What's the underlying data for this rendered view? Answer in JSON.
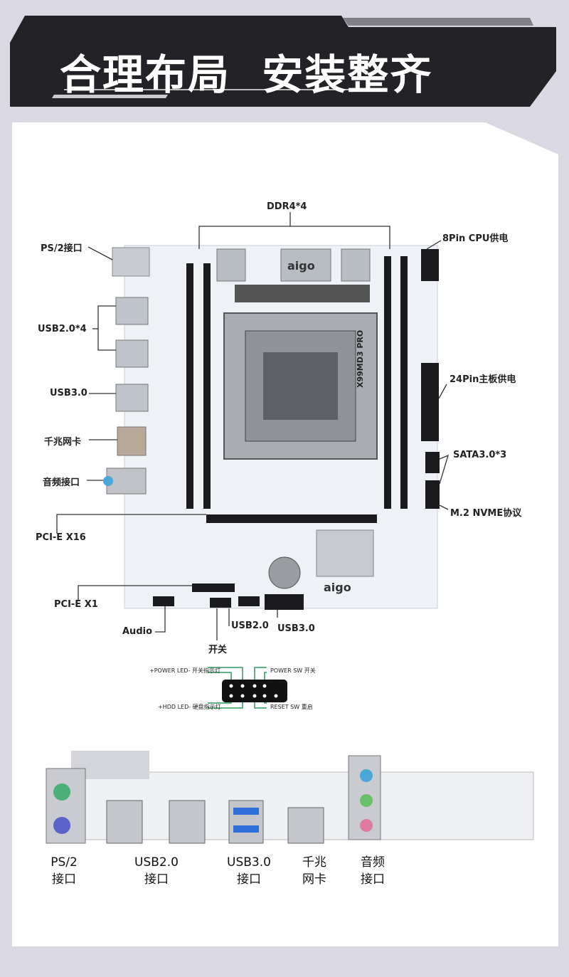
{
  "header": {
    "title": "合理布局  安装整齐"
  },
  "board": {
    "brand": "aigo",
    "model": "X99MD3 PRO",
    "labels": {
      "ddr": "DDR4*4",
      "cpu_power": "8Pin CPU供电",
      "ps2": "PS/2接口",
      "usb20x4": "USB2.0*4",
      "usb30": "USB3.0",
      "lan": "千兆网卡",
      "audio_jack": "音频接口",
      "atx_power": "24Pin主板供电",
      "sata": "SATA3.0*3",
      "m2": "M.2 NVME协议",
      "pcie16": "PCI-E X16",
      "pcie1": "PCI-E X1",
      "audio_header": "Audio",
      "usb20_header": "USB2.0",
      "usb30_header": "USB3.0",
      "switch": "开关"
    }
  },
  "panel_header": {
    "power_led": "+POWER LED- 开关指示灯",
    "hdd_led": "+HDD LED- 硬盘指示灯",
    "power_sw": "POWER SW 开关",
    "reset_sw": "RESET SW 重启"
  },
  "io_panel": [
    {
      "line1": "PS/2",
      "line2": "接口"
    },
    {
      "line1": "USB2.0",
      "line2": "接口"
    },
    {
      "line1": "USB3.0",
      "line2": "接口"
    },
    {
      "line1": "千兆",
      "line2": "网卡"
    },
    {
      "line1": "音频",
      "line2": "接口"
    }
  ],
  "colors": {
    "bg": "#d9d8e3",
    "header": "#232226",
    "board": "#eef1f6",
    "accent_green": "#2e9a5a",
    "usb3_blue": "#2d6fd6"
  }
}
